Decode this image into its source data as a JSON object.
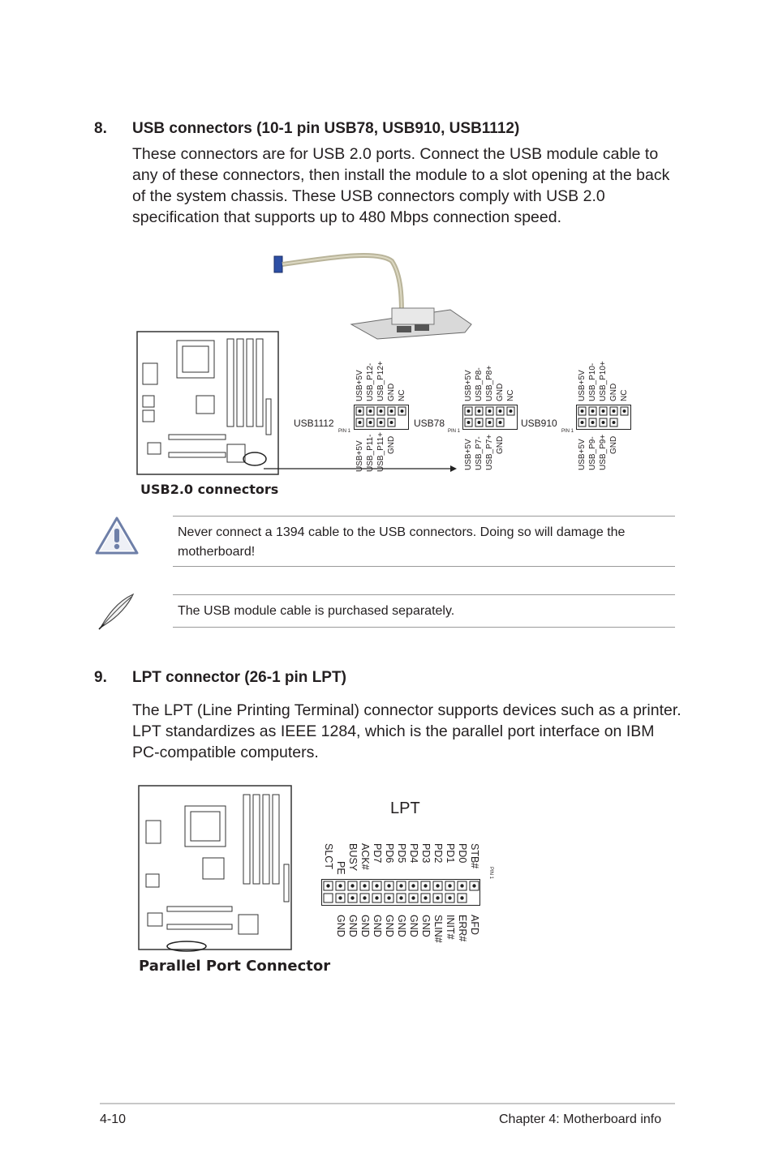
{
  "section8": {
    "number": "8.",
    "title": "USB connectors (10-1 pin USB78, USB910, USB1112)",
    "body": "These connectors are for USB 2.0 ports. Connect the USB module cable to any of these connectors, then install the module to a slot opening at the back of the system chassis. These USB connectors comply with USB 2.0 specification that supports up to 480 Mbps connection speed.",
    "figure_caption": "USB2.0 connectors",
    "pin1_label": "PIN 1",
    "headers": [
      {
        "name": "USB1112",
        "top_pins": [
          "USB+5V",
          "USB_P12-",
          "USB_P12+",
          "GND",
          "NC"
        ],
        "bottom_pins": [
          "USB+5V",
          "USB_P11-",
          "USB_P11+",
          "GND"
        ]
      },
      {
        "name": "USB78",
        "top_pins": [
          "USB+5V",
          "USB_P8-",
          "USB_P8+",
          "GND",
          "NC"
        ],
        "bottom_pins": [
          "USB+5V",
          "USB_P7-",
          "USB_P7+",
          "GND"
        ]
      },
      {
        "name": "USB910",
        "top_pins": [
          "USB+5V",
          "USB_P10-",
          "USB_P10+",
          "GND",
          "NC"
        ],
        "bottom_pins": [
          "USB+5V",
          "USB_P9-",
          "USB_P9+",
          "GND"
        ]
      }
    ]
  },
  "warning_note": {
    "icon": "warning-triangle-icon",
    "text": "Never connect a 1394 cable to the USB connectors. Doing so will damage the motherboard!"
  },
  "info_note": {
    "icon": "quill-pen-icon",
    "text": "The USB module cable is purchased separately."
  },
  "section9": {
    "number": "9.",
    "title": "LPT connector (26-1 pin LPT)",
    "body": "The LPT (Line Printing Terminal) connector supports devices such as a printer. LPT standardizes as IEEE 1284, which is the parallel port interface on IBM PC-compatible computers.",
    "figure_caption": "Parallel Port Connector",
    "header_name": "LPT",
    "pin1_label": "PIN 1",
    "top_pins": [
      "STB#",
      "PD0",
      "PD1",
      "PD2",
      "PD3",
      "PD4",
      "PD5",
      "PD6",
      "PD7",
      "ACK#",
      "BUSY",
      "PE",
      "SLCT"
    ],
    "bottom_pins": [
      "AFD",
      "ERR#",
      "INIT#",
      "SLIN#",
      "GND",
      "GND",
      "GND",
      "GND",
      "GND",
      "GND",
      "GND",
      "GND"
    ]
  },
  "footer": {
    "page": "4-10",
    "chapter": "Chapter 4: Motherboard info"
  },
  "colors": {
    "text": "#231f20",
    "rule": "#9a9a9a",
    "warning_icon": "#6e7fa8"
  }
}
